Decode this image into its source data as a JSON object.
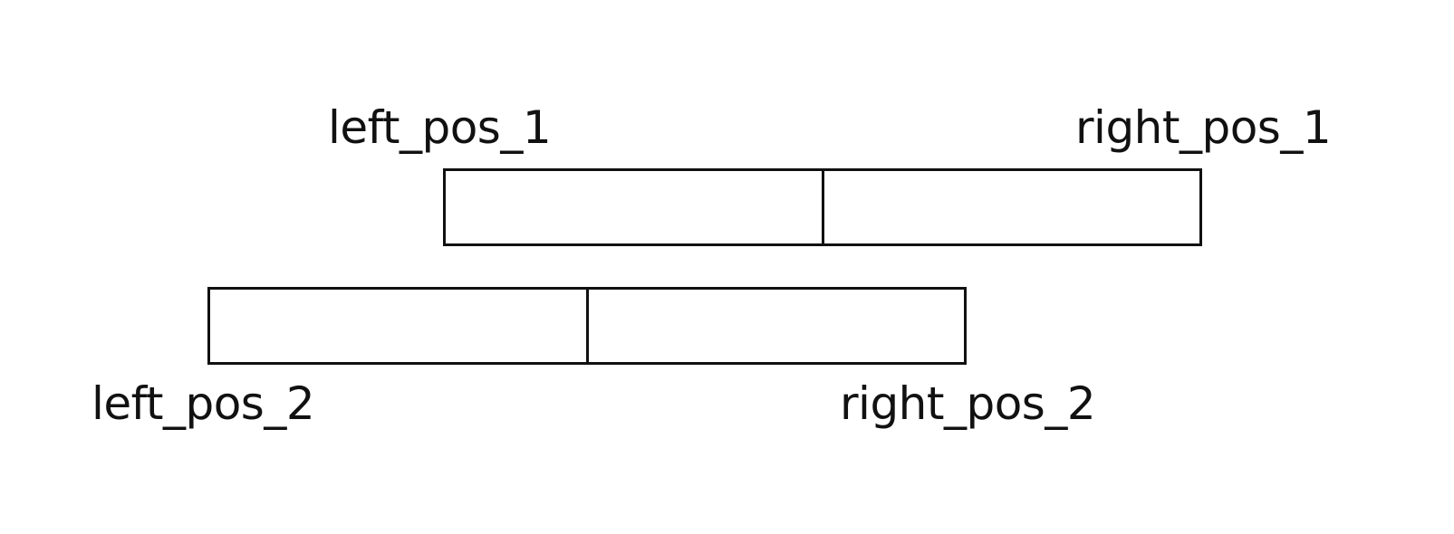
{
  "labels": {
    "left_1": "left_pos_1",
    "right_1": "right_pos_1",
    "left_2": "left_pos_2",
    "right_2": "right_pos_2"
  },
  "colors": {
    "stroke": "#111111",
    "background": "#ffffff"
  }
}
